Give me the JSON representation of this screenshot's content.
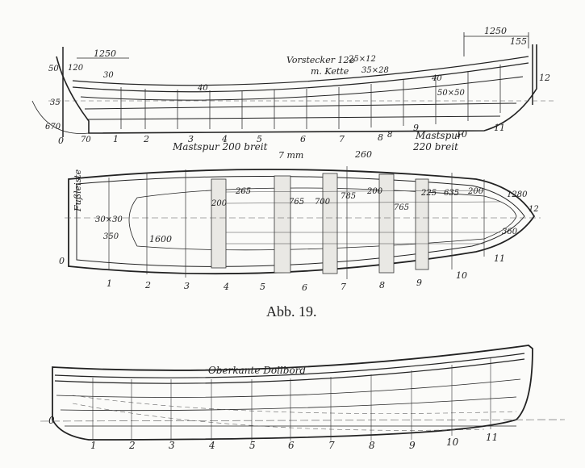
{
  "caption": "Abb. 19.",
  "side_view": {
    "top_dims": [
      "1250",
      "155",
      "1250"
    ],
    "labels": [
      "Vorstecker 12⌀",
      "m. Kette",
      "25×12",
      "35×28",
      "40",
      "50×50",
      "30",
      "40",
      "8",
      "70",
      "120",
      "50",
      "35",
      "670"
    ],
    "bottom_labels": [
      "Mastspur 200 breit",
      "Mastspur",
      "220 breit",
      "7 mm",
      "260"
    ],
    "stations": [
      "0",
      "1",
      "2",
      "3",
      "4",
      "5",
      "6",
      "7",
      "8",
      "9",
      "10",
      "11",
      "12"
    ]
  },
  "plan_view": {
    "labels": [
      "Fußleiste",
      "1600",
      "30×30",
      "350",
      "200",
      "265",
      "765",
      "700",
      "785",
      "765",
      "200",
      "225",
      "635",
      "200",
      "1280",
      "360",
      "12"
    ],
    "stations": [
      "0",
      "1",
      "2",
      "3",
      "4",
      "5",
      "6",
      "7",
      "8",
      "9",
      "10",
      "11"
    ]
  },
  "profile_view": {
    "label": "Oberkante Dollbord",
    "stations": [
      "0",
      "1",
      "2",
      "3",
      "4",
      "5",
      "6",
      "7",
      "8",
      "9",
      "10",
      "11"
    ]
  }
}
